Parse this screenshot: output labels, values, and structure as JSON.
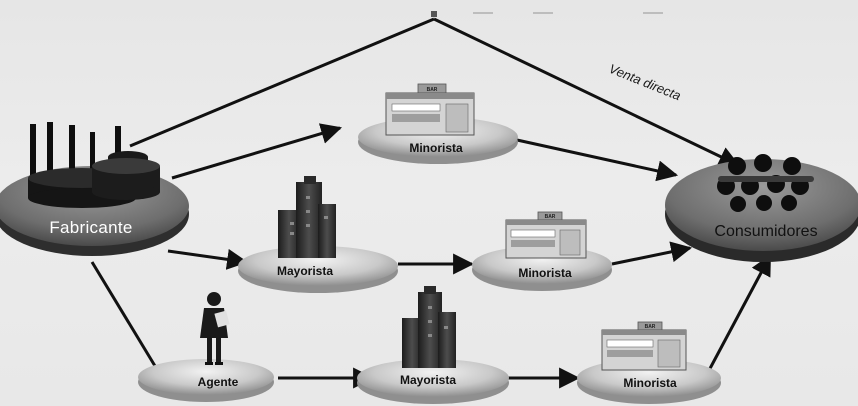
{
  "nodes": {
    "fabricante": "Fabricante",
    "consumidores": "Consumidores",
    "minorista_top": "Minorista",
    "mayorista_mid": "Mayorista",
    "minorista_mid": "Minorista",
    "agente": "Agente",
    "mayorista_bot": "Mayorista",
    "minorista_bot": "Minorista"
  },
  "edges": {
    "direct_label": "Venta directa"
  },
  "store_sign": "BAR"
}
